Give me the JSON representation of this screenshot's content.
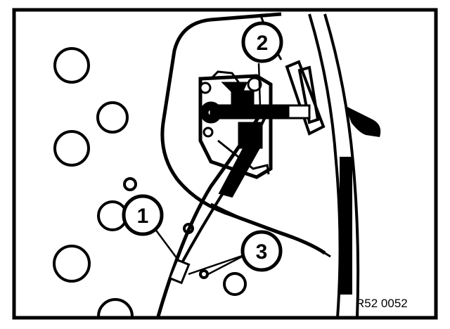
{
  "callouts": [
    {
      "id": "1",
      "label": "1"
    },
    {
      "id": "2",
      "label": "2"
    },
    {
      "id": "3",
      "label": "3"
    }
  ],
  "reference_code": "R52 0052",
  "colors": {
    "ink": "#000000",
    "paper": "#ffffff"
  }
}
